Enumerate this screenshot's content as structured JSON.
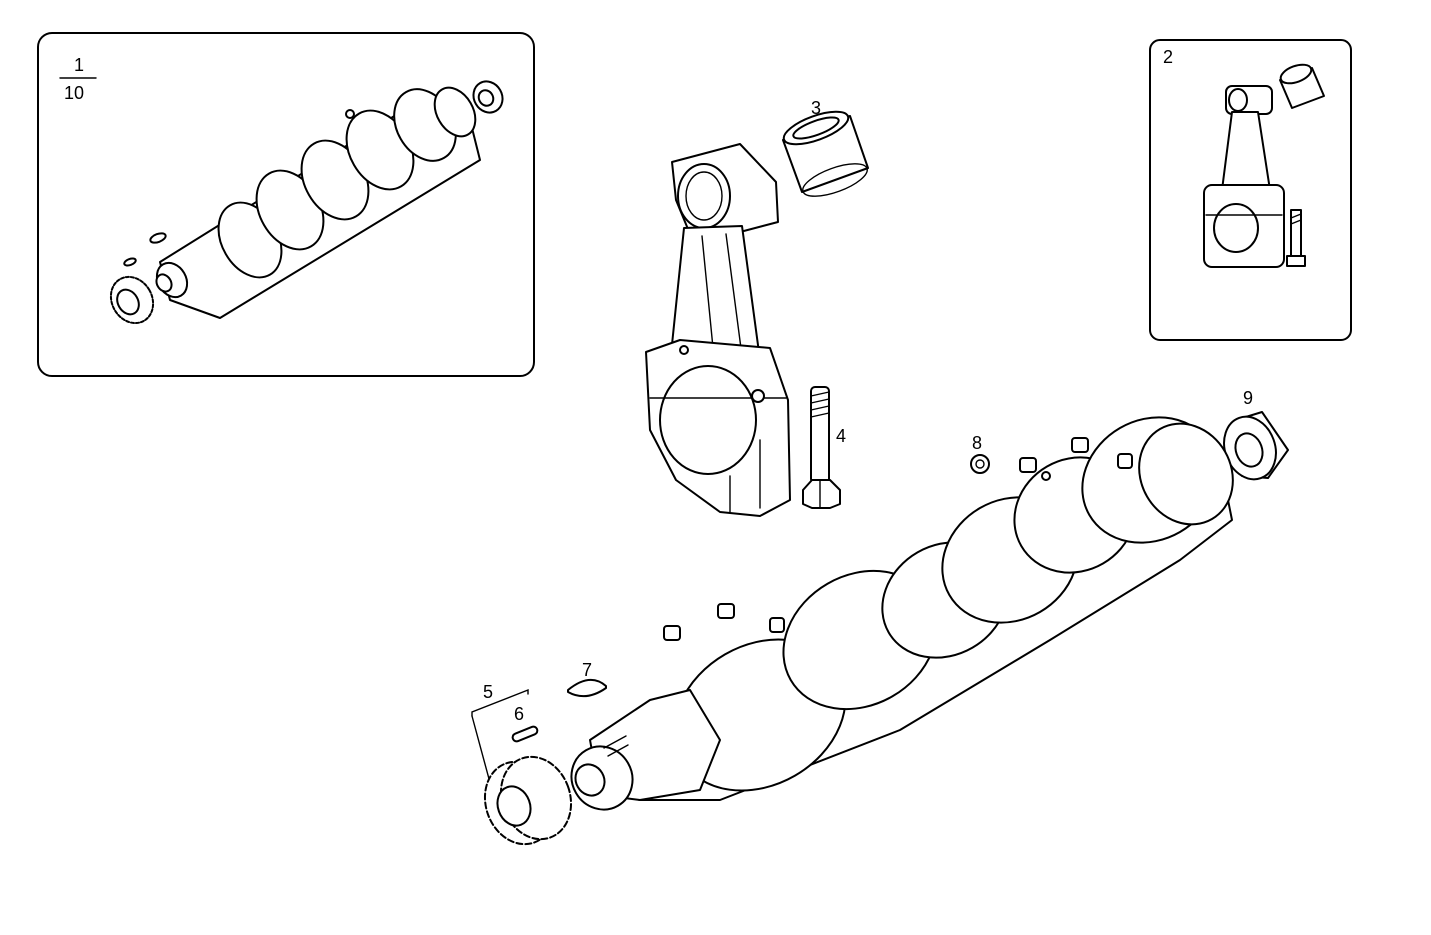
{
  "diagram": {
    "callouts": {
      "inset_kit_numerator": "1",
      "inset_kit_denominator": "10",
      "conrod_kit": "2",
      "bushing": "3",
      "bolt": "4",
      "gear": "5",
      "pin": "6",
      "woodruff_key": "7",
      "plug": "8",
      "seal": "9"
    }
  }
}
